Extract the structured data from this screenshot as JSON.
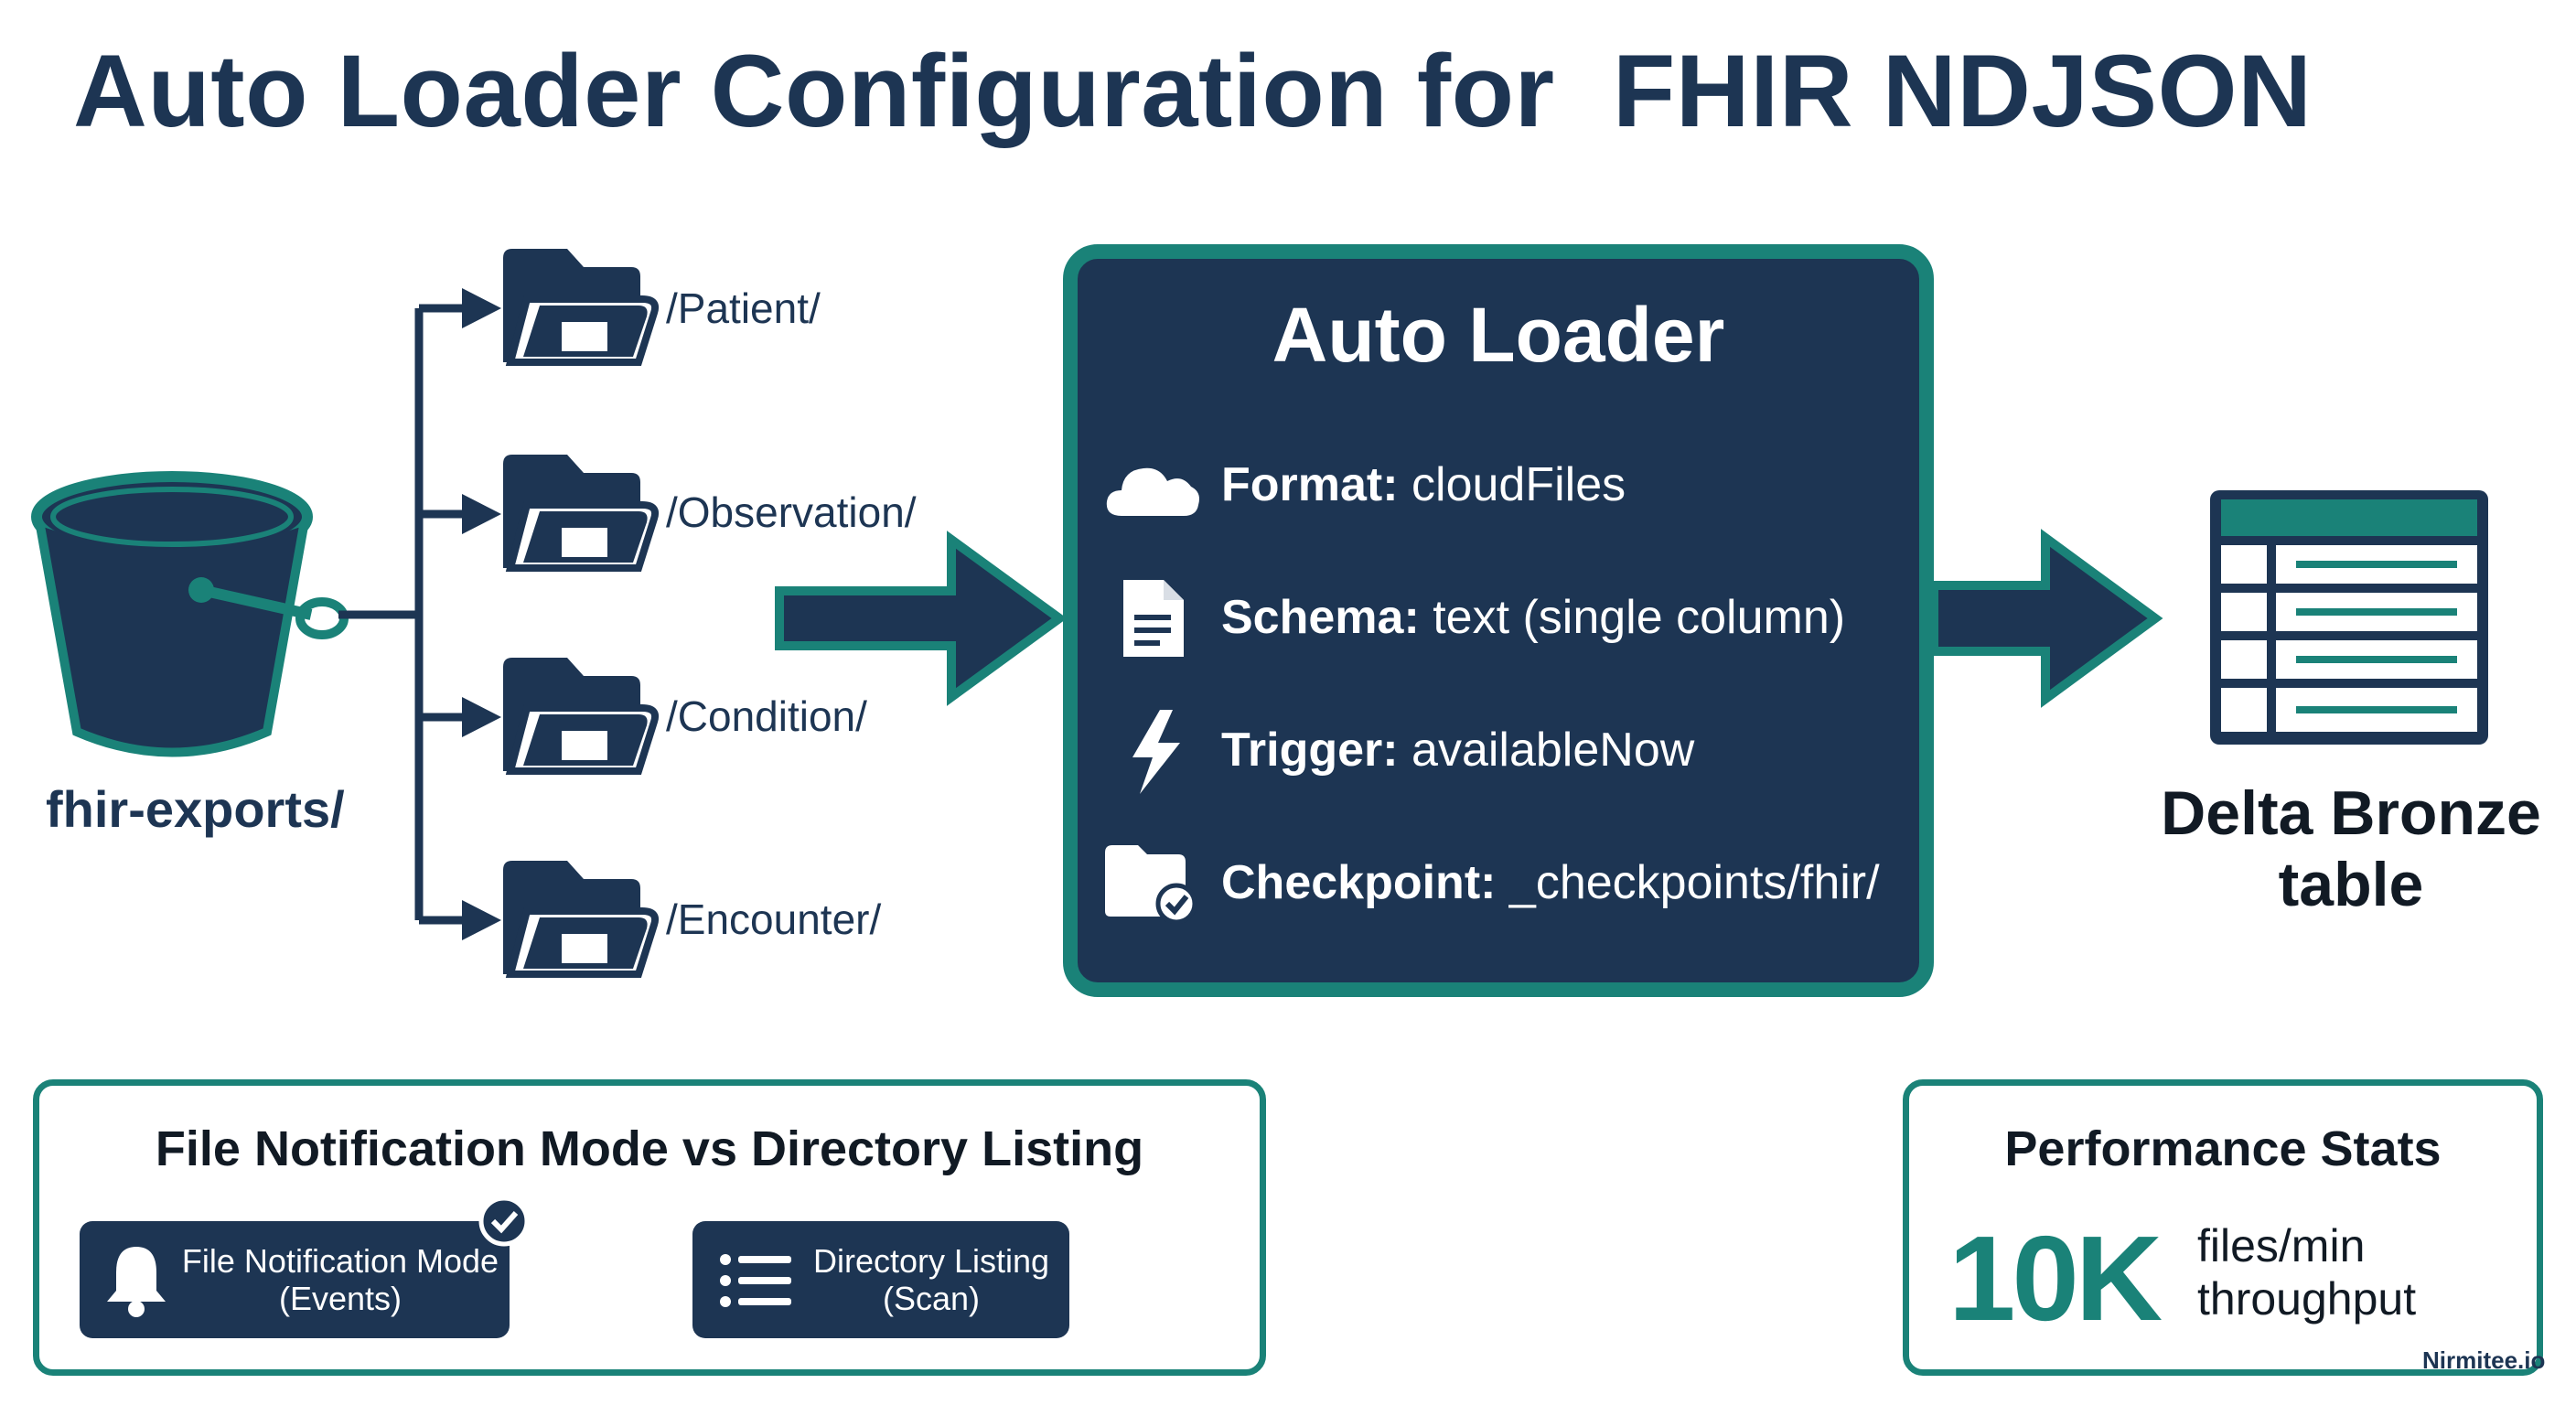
{
  "title": "Auto Loader Configuration for  FHIR NDJSON",
  "source": {
    "bucket_label": "fhir-exports/",
    "folders": [
      "/Patient/",
      "/Observation/",
      "/Condition/",
      "/Encounter/"
    ]
  },
  "auto_loader": {
    "title": "Auto Loader",
    "rows": [
      {
        "key": "Format:",
        "value": " cloudFiles",
        "icon": "cloud-icon"
      },
      {
        "key": "Schema:",
        "value": " text (single column)",
        "icon": "document-icon"
      },
      {
        "key": "Trigger:",
        "value": " availableNow",
        "icon": "lightning-icon"
      },
      {
        "key": "Checkpoint:",
        "value": " _checkpoints/fhir/",
        "icon": "folder-check-icon"
      }
    ]
  },
  "target": {
    "label_line1": "Delta Bronze",
    "label_line2": "table"
  },
  "modes_panel": {
    "title": "File Notification Mode vs Directory Listing",
    "notification": {
      "line1": "File Notification Mode",
      "line2": "(Events)"
    },
    "listing": {
      "line1": "Directory Listing",
      "line2": "(Scan)"
    }
  },
  "performance": {
    "title": "Performance Stats",
    "value": "10K",
    "unit_line1": "files/min",
    "unit_line2": "throughput"
  },
  "brand": "Nirmitee.io",
  "colors": {
    "navy": "#1d3553",
    "teal": "#1a8278",
    "white": "#ffffff"
  }
}
